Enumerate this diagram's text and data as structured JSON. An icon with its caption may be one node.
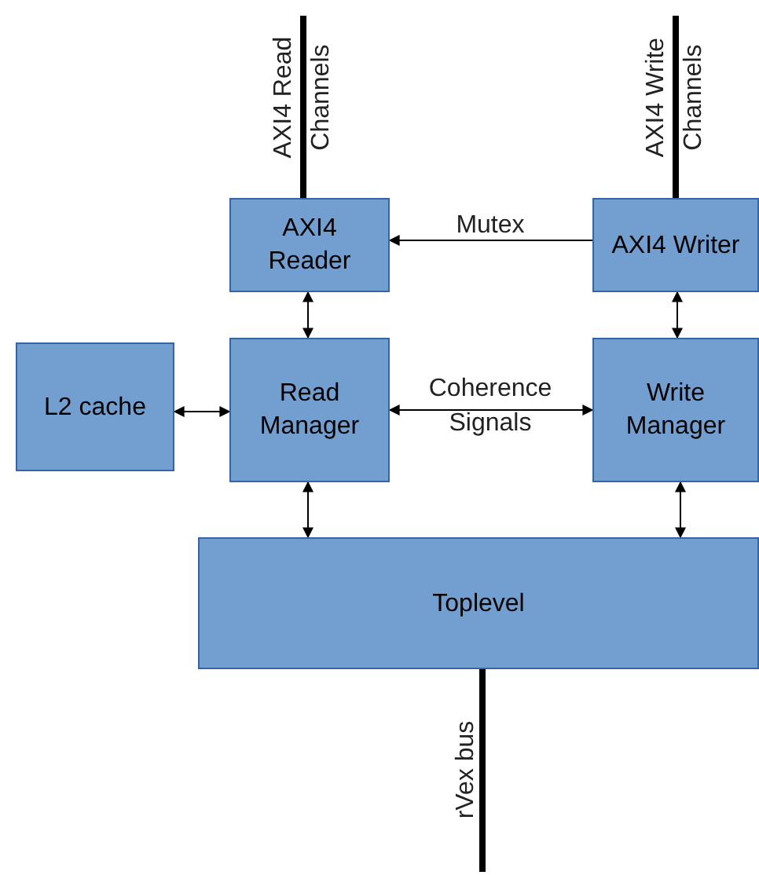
{
  "diagram": {
    "nodes": [
      {
        "text": [
          "AXI4 Reader"
        ]
      },
      {
        "text": [
          "AXI4 Writer"
        ]
      },
      {
        "text": [
          "L2 cache"
        ]
      },
      {
        "text": [
          "Read Manager"
        ]
      },
      {
        "text": [
          "Write Manager"
        ]
      },
      {
        "text": [
          "Toplevel"
        ]
      }
    ],
    "edges": [
      {
        "from": null,
        "to": 0,
        "arrow": "none",
        "style": "thick",
        "label": "AXI4 Read Channels"
      },
      {
        "from": null,
        "to": 1,
        "arrow": "none",
        "style": "thick",
        "label": "AXI4 Write Channels"
      },
      {
        "from": 1,
        "to": 0,
        "arrow": "to",
        "label": "Mutex"
      },
      {
        "from": 0,
        "to": 3,
        "arrow": "both"
      },
      {
        "from": 2,
        "to": 3,
        "arrow": "both"
      },
      {
        "from": 3,
        "to": 4,
        "arrow": "both",
        "label": "Coherence Signals"
      },
      {
        "from": 1,
        "to": 4,
        "arrow": "both"
      },
      {
        "from": 3,
        "to": 5,
        "arrow": "both"
      },
      {
        "from": 4,
        "to": 5,
        "arrow": "both"
      },
      {
        "from": 5,
        "to": null,
        "arrow": "none",
        "style": "thick",
        "label": "rVex bus"
      }
    ]
  }
}
